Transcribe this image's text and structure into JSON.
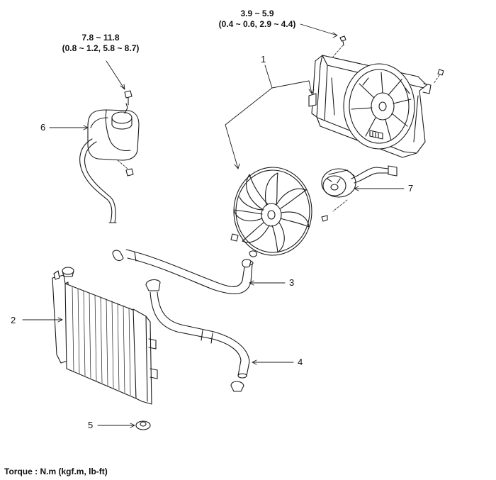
{
  "torque_top": {
    "line1": "3.9 ~ 5.9",
    "line2": "(0.4 ~ 0.6, 2.9 ~ 4.4)"
  },
  "torque_left": {
    "line1": "7.8 ~ 11.8",
    "line2": "(0.8 ~ 1.2, 5.8 ~ 8.7)"
  },
  "callouts": {
    "c1": "1",
    "c2": "2",
    "c3": "3",
    "c4": "4",
    "c5": "5",
    "c6": "6",
    "c7": "7"
  },
  "footer": "Torque : N.m (kgf.m, lb-ft)",
  "colors": {
    "line": "#1a1a1a",
    "background": "#ffffff"
  }
}
